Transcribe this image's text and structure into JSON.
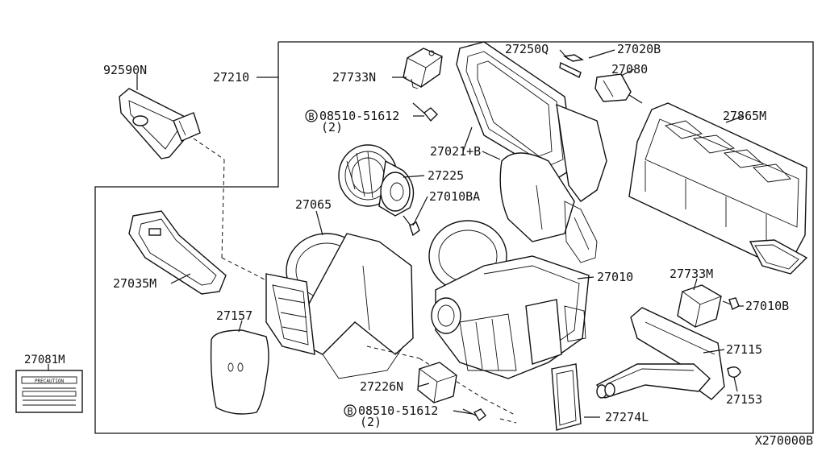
{
  "diagram": {
    "code": "X270000B",
    "labels": [
      {
        "id": "l92590N",
        "text": "92590N"
      },
      {
        "id": "l27210",
        "text": "27210"
      },
      {
        "id": "l27733N",
        "text": "27733N"
      },
      {
        "id": "l08510a",
        "text": "08510-51612"
      },
      {
        "id": "l2a",
        "text": "(2)"
      },
      {
        "id": "l27250Q",
        "text": "27250Q"
      },
      {
        "id": "l27020B",
        "text": "27020B"
      },
      {
        "id": "l27080",
        "text": "27080"
      },
      {
        "id": "l27865M",
        "text": "27865M"
      },
      {
        "id": "l27021B",
        "text": "27021+B"
      },
      {
        "id": "l27225",
        "text": "27225"
      },
      {
        "id": "l27010BA",
        "text": "27010BA"
      },
      {
        "id": "l27065",
        "text": "27065"
      },
      {
        "id": "l27035M",
        "text": "27035M"
      },
      {
        "id": "l27010",
        "text": "27010"
      },
      {
        "id": "l27733M",
        "text": "27733M"
      },
      {
        "id": "l27010B",
        "text": "27010B"
      },
      {
        "id": "l27157",
        "text": "27157"
      },
      {
        "id": "l27115",
        "text": "27115"
      },
      {
        "id": "l27081M",
        "text": "27081M"
      },
      {
        "id": "l27226N",
        "text": "27226N"
      },
      {
        "id": "l27153",
        "text": "27153"
      },
      {
        "id": "l08510b",
        "text": "08510-51612"
      },
      {
        "id": "l2b",
        "text": "(2)"
      },
      {
        "id": "l27274L",
        "text": "27274L"
      }
    ],
    "bolt_marker": "B",
    "caution_label": "PRECAUTION"
  }
}
